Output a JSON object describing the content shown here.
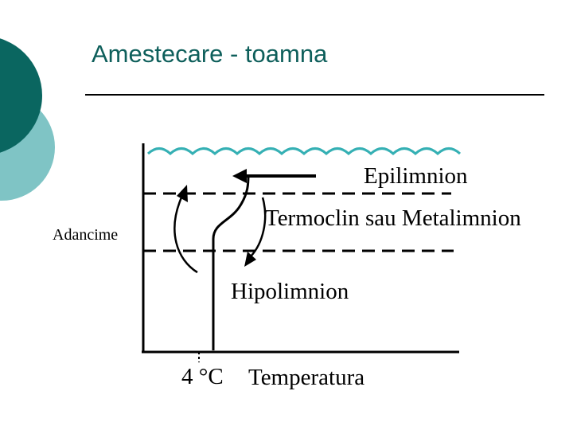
{
  "slide": {
    "title": "Amestecare - toamna"
  },
  "diagram": {
    "layers": {
      "epilimnion": "Epilimnion",
      "thermocline": "Termoclin sau Metalimnion",
      "hypolimnion": "Hipolimnion"
    },
    "axes": {
      "y_label": "Adancime",
      "x_label": "Temperatura",
      "x_marker": "4 °C"
    }
  },
  "colors": {
    "title": "#0e5f5b",
    "accent_dark": "#0a6660",
    "accent_light": "#7fc4c5",
    "water_surface": "#35b0b4",
    "ink": "#000000"
  }
}
